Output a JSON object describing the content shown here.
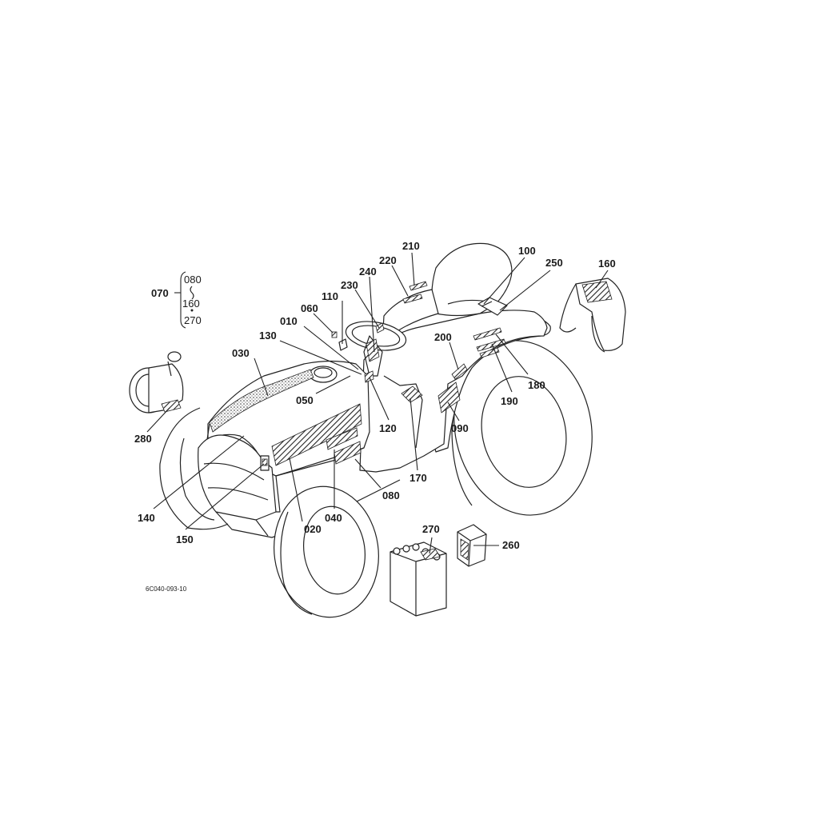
{
  "figure_code": "6C040-093-10",
  "callouts": {
    "c010": "010",
    "c020": "020",
    "c030": "030",
    "c040": "040",
    "c050": "050",
    "c060": "060",
    "c070": "070",
    "c080": "080",
    "c090": "090",
    "c100": "100",
    "c110": "110",
    "c120": "120",
    "c130": "130",
    "c140": "140",
    "c150": "150",
    "c160": "160",
    "c170": "170",
    "c180": "180",
    "c190": "190",
    "c200": "200",
    "c210": "210",
    "c220": "220",
    "c230": "230",
    "c240": "240",
    "c250": "250",
    "c260": "260",
    "c270": "270",
    "c280": "280"
  },
  "group_070": {
    "item_a": "080",
    "item_b": "160",
    "item_c": "270"
  }
}
